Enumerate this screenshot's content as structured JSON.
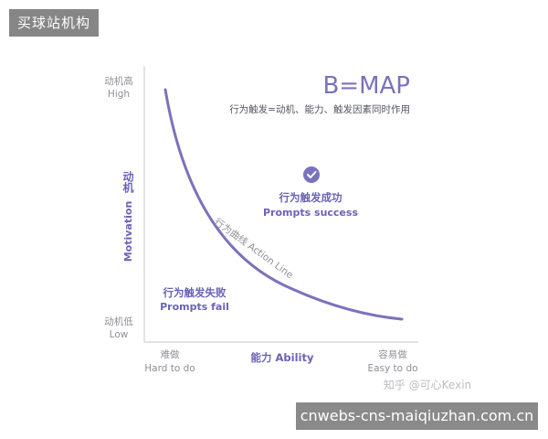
{
  "watermarks": {
    "top_left": "买球站机构",
    "bottom_right": "cnwebs-cns-maiqiuzhan.com.cn",
    "author": "知乎 @可心Kexin"
  },
  "diagram": {
    "title": "B=MAP",
    "subtitle": "行为触发=动机、能力、触发因素同时作用",
    "y_axis": {
      "label_cn": "动机",
      "label_en": "Motivation",
      "high_cn": "动机高",
      "high_en": "High",
      "low_cn": "动机低",
      "low_en": "Low"
    },
    "x_axis": {
      "label": "能力 Ability",
      "left_cn": "难做",
      "left_en": "Hard to do",
      "right_cn": "容易做",
      "right_en": "Easy to do"
    },
    "curve_label": "行为曲线 Action Line",
    "success_cn": "行为触发成功",
    "success_en": "Prompts success",
    "fail_cn": "行为触发失败",
    "fail_en": "Prompts fail"
  },
  "colors": {
    "accent": "#7b72bd",
    "text_purple": "#6a63b8",
    "axis": "#cfcfd8",
    "watermark_bg": "#868686"
  },
  "icons": {
    "success": "check-circle-icon"
  }
}
